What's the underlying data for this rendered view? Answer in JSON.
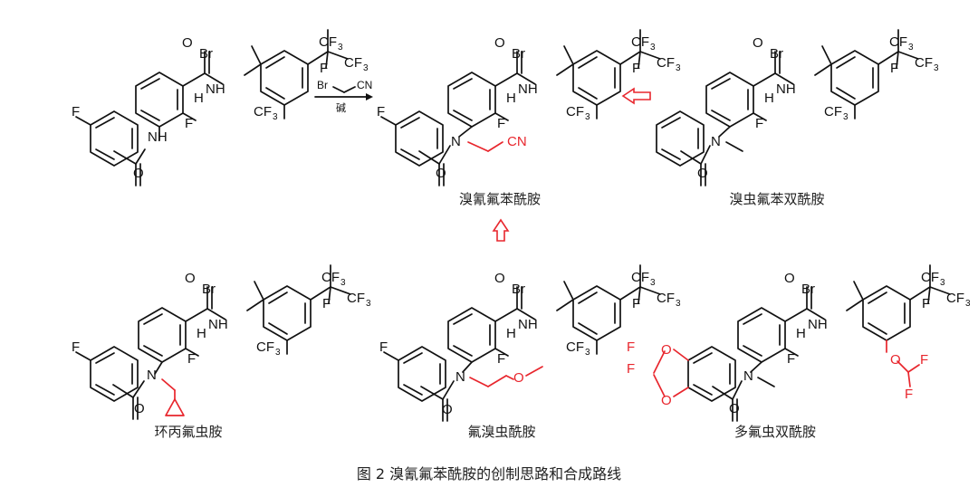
{
  "figure_caption": "图 2   溴氰氟苯酰胺的创制思路和合成路线",
  "compounds": {
    "top_left": {
      "label": ""
    },
    "top_middle": {
      "label": "溴氰氟苯酰胺"
    },
    "top_right": {
      "label": "溴虫氟苯双酰胺"
    },
    "bottom_left": {
      "label": "环丙氟虫胺"
    },
    "bottom_middle": {
      "label": "氟溴虫酰胺"
    },
    "bottom_right": {
      "label": "多氟虫双酰胺"
    }
  },
  "reaction": {
    "reagent_left": "Br",
    "reagent_right": "CN",
    "condition": "碱"
  },
  "atoms": {
    "Br": "Br",
    "F": "F",
    "O": "O",
    "N": "N",
    "NH": "NH",
    "H": "H",
    "CF3": "CF3",
    "C": "CF",
    "three": "3",
    "CN": "CN"
  },
  "colors": {
    "ink": "#111111",
    "highlight": "#e8262d"
  }
}
